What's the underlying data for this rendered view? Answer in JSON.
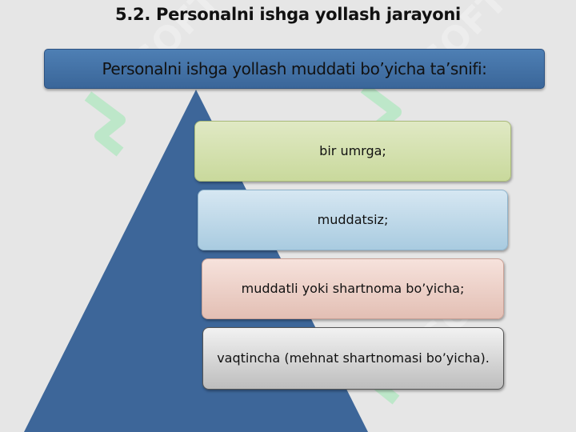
{
  "slide": {
    "title": "5.2. Personalni ishga yollash jarayoni",
    "banner": "Personalni ishga yollash muddati bo’yicha ta’snifi:",
    "levels": [
      {
        "label": "bir umrga;"
      },
      {
        "label": "muddatsiz;"
      },
      {
        "label": "muddatli yoki shartnoma bo’yicha;"
      },
      {
        "label": "vaqtincha (mehnat shartnomasi bo’yicha)."
      }
    ]
  },
  "watermark": {
    "text": "SOFT"
  },
  "colors": {
    "background": "#e6e6e6",
    "pyramid": "#3d6699",
    "banner": "#4575aa",
    "level1": "#d3e1b0",
    "level2": "#bcd7e8",
    "level3": "#edd0c7",
    "level4": "#d9d9d9",
    "watermark": "#9be8b0"
  }
}
